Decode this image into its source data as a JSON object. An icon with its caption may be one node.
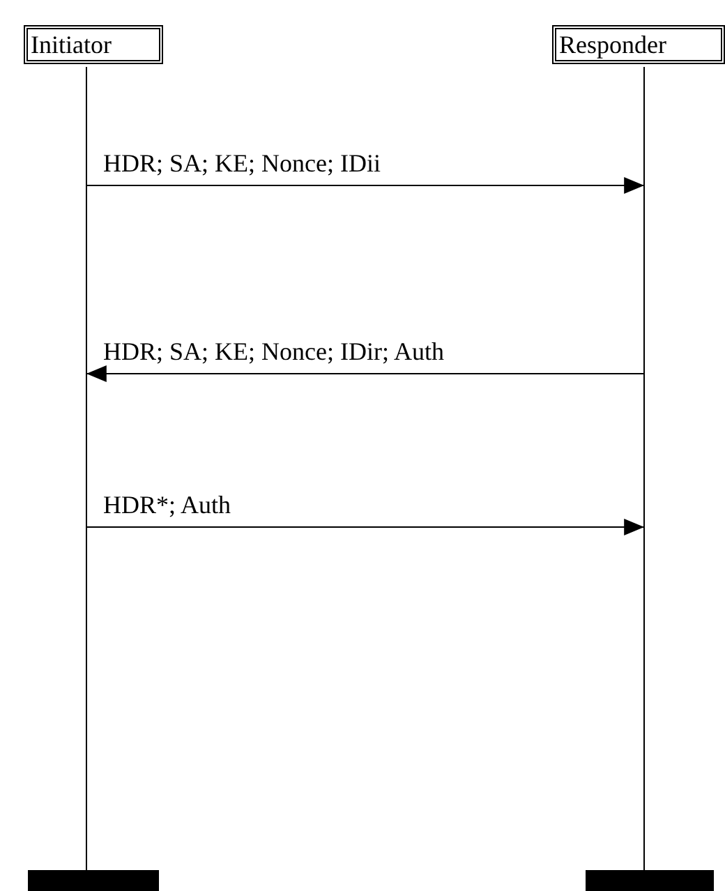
{
  "diagram": {
    "nodes": [
      {
        "text": [
          "Initiator"
        ]
      },
      {
        "text": [
          "Responder"
        ]
      }
    ],
    "edges": [
      {
        "from": 0,
        "to": 1,
        "arrow": "to",
        "label": "HDR; SA; KE; Nonce; IDii"
      },
      {
        "from": 1,
        "to": 0,
        "arrow": "to",
        "label": "HDR; SA; KE; Nonce; IDir; Auth"
      },
      {
        "from": 0,
        "to": 1,
        "arrow": "to",
        "label": "HDR*; Auth"
      }
    ]
  }
}
